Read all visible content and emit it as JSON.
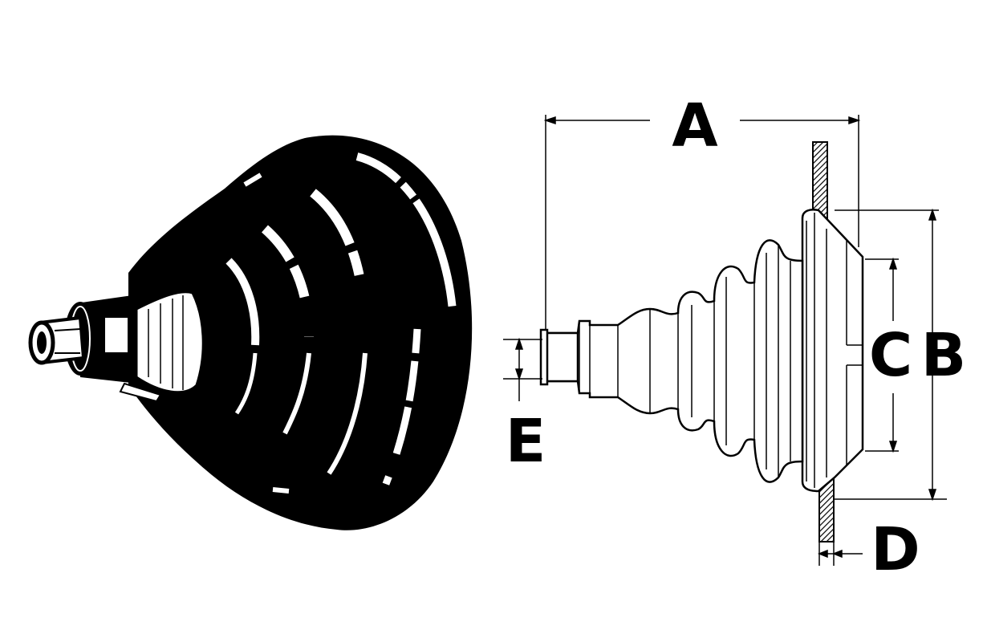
{
  "diagram": {
    "labels": {
      "a": "A",
      "b": "B",
      "c": "C",
      "d": "D",
      "e": "E"
    },
    "colors": {
      "ink": "#000000",
      "paper": "#ffffff",
      "highlight": "#f2f2f2"
    }
  }
}
